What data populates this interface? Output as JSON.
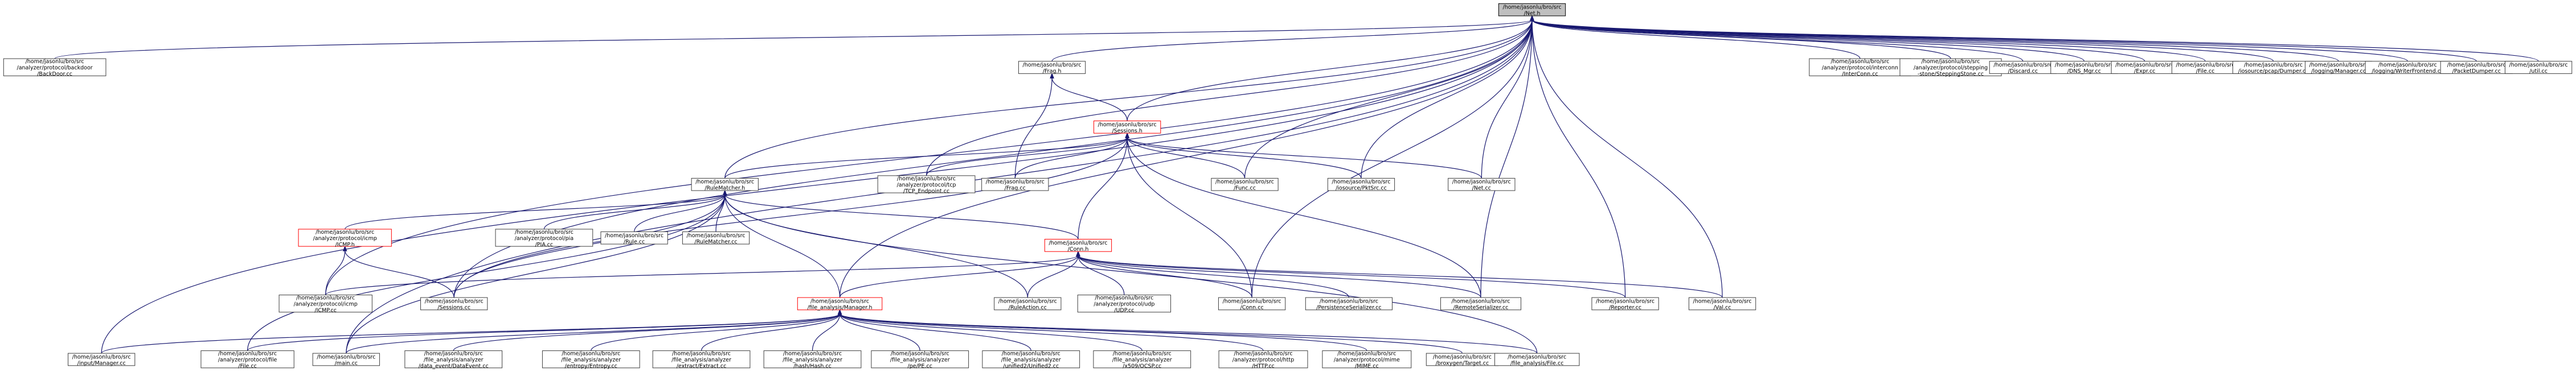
{
  "nodes": [
    {
      "id": "net_h",
      "lines": [
        "/home/jasonlu/bro/src",
        "/Net.h"
      ],
      "kind": "root"
    },
    {
      "id": "backdoor",
      "lines": [
        "/home/jasonlu/bro/src",
        "/analyzer/protocol/backdoor",
        "/BackDoor.cc"
      ]
    },
    {
      "id": "frag_h",
      "lines": [
        "/home/jasonlu/bro/src",
        "/Frag.h"
      ]
    },
    {
      "id": "interconn",
      "lines": [
        "/home/jasonlu/bro/src",
        "/analyzer/protocol/interconn",
        "/InterConn.cc"
      ]
    },
    {
      "id": "stepping",
      "lines": [
        "/home/jasonlu/bro/src",
        "/analyzer/protocol/stepping",
        "-stone/SteppingStone.cc"
      ]
    },
    {
      "id": "discard",
      "lines": [
        "/home/jasonlu/bro/src",
        "/Discard.cc"
      ]
    },
    {
      "id": "dns_mgr",
      "lines": [
        "/home/jasonlu/bro/src",
        "/DNS_Mgr.cc"
      ]
    },
    {
      "id": "expr",
      "lines": [
        "/home/jasonlu/bro/src",
        "/Expr.cc"
      ]
    },
    {
      "id": "file_cc",
      "lines": [
        "/home/jasonlu/bro/src",
        "/File.cc"
      ]
    },
    {
      "id": "pcapdumper",
      "lines": [
        "/home/jasonlu/bro/src",
        "/iosource/pcap/Dumper.cc"
      ]
    },
    {
      "id": "logmgr",
      "lines": [
        "/home/jasonlu/bro/src",
        "/logging/Manager.cc"
      ]
    },
    {
      "id": "wfrontend",
      "lines": [
        "/home/jasonlu/bro/src",
        "/logging/WriterFrontend.cc"
      ]
    },
    {
      "id": "pktdumper",
      "lines": [
        "/home/jasonlu/bro/src",
        "/PacketDumper.cc"
      ]
    },
    {
      "id": "util",
      "lines": [
        "/home/jasonlu/bro/src",
        "/util.cc"
      ]
    },
    {
      "id": "sessions_h",
      "lines": [
        "/home/jasonlu/bro/src",
        "/Sessions.h"
      ],
      "kind": "red"
    },
    {
      "id": "rulematcher_h",
      "lines": [
        "/home/jasonlu/bro/src",
        "/RuleMatcher.h"
      ]
    },
    {
      "id": "tcp_endpoint",
      "lines": [
        "/home/jasonlu/bro/src",
        "/analyzer/protocol/tcp",
        "/TCP_Endpoint.cc"
      ]
    },
    {
      "id": "frag_cc",
      "lines": [
        "/home/jasonlu/bro/src",
        "/Frag.cc"
      ]
    },
    {
      "id": "func_cc",
      "lines": [
        "/home/jasonlu/bro/src",
        "/Func.cc"
      ]
    },
    {
      "id": "pktsrc",
      "lines": [
        "/home/jasonlu/bro/src",
        "/iosource/PktSrc.cc"
      ]
    },
    {
      "id": "net_cc",
      "lines": [
        "/home/jasonlu/bro/src",
        "/Net.cc"
      ]
    },
    {
      "id": "icmp_h",
      "lines": [
        "/home/jasonlu/bro/src",
        "/analyzer/protocol/icmp",
        "/ICMP.h"
      ],
      "kind": "red"
    },
    {
      "id": "pia_cc",
      "lines": [
        "/home/jasonlu/bro/src",
        "/analyzer/protocol/pia",
        "/PIA.cc"
      ]
    },
    {
      "id": "rule_cc",
      "lines": [
        "/home/jasonlu/bro/src",
        "/Rule.cc"
      ]
    },
    {
      "id": "rulematcher_cc",
      "lines": [
        "/home/jasonlu/bro/src",
        "/RuleMatcher.cc"
      ]
    },
    {
      "id": "conn_h",
      "lines": [
        "/home/jasonlu/bro/src",
        "/Conn.h"
      ],
      "kind": "red"
    },
    {
      "id": "icmp_cc",
      "lines": [
        "/home/jasonlu/bro/src",
        "/analyzer/protocol/icmp",
        "/ICMP.cc"
      ]
    },
    {
      "id": "sessions_cc",
      "lines": [
        "/home/jasonlu/bro/src",
        "/Sessions.cc"
      ]
    },
    {
      "id": "fa_manager_h",
      "lines": [
        "/home/jasonlu/bro/src",
        "/file_analysis/Manager.h"
      ],
      "kind": "red"
    },
    {
      "id": "ruleaction",
      "lines": [
        "/home/jasonlu/bro/src",
        "/RuleAction.cc"
      ]
    },
    {
      "id": "udp_cc",
      "lines": [
        "/home/jasonlu/bro/src",
        "/analyzer/protocol/udp",
        "/UDP.cc"
      ]
    },
    {
      "id": "conn_cc",
      "lines": [
        "/home/jasonlu/bro/src",
        "/Conn.cc"
      ]
    },
    {
      "id": "persist",
      "lines": [
        "/home/jasonlu/bro/src",
        "/PersistenceSerializer.cc"
      ]
    },
    {
      "id": "remoteser",
      "lines": [
        "/home/jasonlu/bro/src",
        "/RemoteSerializer.cc"
      ]
    },
    {
      "id": "reporter",
      "lines": [
        "/home/jasonlu/bro/src",
        "/Reporter.cc"
      ]
    },
    {
      "id": "val_cc",
      "lines": [
        "/home/jasonlu/bro/src",
        "/Val.cc"
      ]
    },
    {
      "id": "inputmgr",
      "lines": [
        "/home/jasonlu/bro/src",
        "/input/Manager.cc"
      ]
    },
    {
      "id": "proto_file",
      "lines": [
        "/home/jasonlu/bro/src",
        "/analyzer/protocol/file",
        "/File.cc"
      ]
    },
    {
      "id": "main_cc",
      "lines": [
        "/home/jasonlu/bro/src",
        "/main.cc"
      ]
    },
    {
      "id": "dataevent",
      "lines": [
        "/home/jasonlu/bro/src",
        "/file_analysis/analyzer",
        "/data_event/DataEvent.cc"
      ]
    },
    {
      "id": "entropy",
      "lines": [
        "/home/jasonlu/bro/src",
        "/file_analysis/analyzer",
        "/entropy/Entropy.cc"
      ]
    },
    {
      "id": "extract",
      "lines": [
        "/home/jasonlu/bro/src",
        "/file_analysis/analyzer",
        "/extract/Extract.cc"
      ]
    },
    {
      "id": "hash",
      "lines": [
        "/home/jasonlu/bro/src",
        "/file_analysis/analyzer",
        "/hash/Hash.cc"
      ]
    },
    {
      "id": "pe",
      "lines": [
        "/home/jasonlu/bro/src",
        "/file_analysis/analyzer",
        "/pe/PE.cc"
      ]
    },
    {
      "id": "unified2",
      "lines": [
        "/home/jasonlu/bro/src",
        "/file_analysis/analyzer",
        "/unified2/Unified2.cc"
      ]
    },
    {
      "id": "ocsp",
      "lines": [
        "/home/jasonlu/bro/src",
        "/file_analysis/analyzer",
        "/x509/OCSP.cc"
      ]
    },
    {
      "id": "http",
      "lines": [
        "/home/jasonlu/bro/src",
        "/analyzer/protocol/http",
        "/HTTP.cc"
      ]
    },
    {
      "id": "mime",
      "lines": [
        "/home/jasonlu/bro/src",
        "/analyzer/protocol/mime",
        "/MIME.cc"
      ]
    },
    {
      "id": "broxygen",
      "lines": [
        "/home/jasonlu/bro/src",
        "/broxygen/Target.cc"
      ]
    },
    {
      "id": "fa_file",
      "lines": [
        "/home/jasonlu/bro/src",
        "/file_analysis/File.cc"
      ]
    }
  ],
  "edges": [
    [
      "net_h",
      "backdoor"
    ],
    [
      "net_h",
      "frag_h"
    ],
    [
      "net_h",
      "interconn"
    ],
    [
      "net_h",
      "stepping"
    ],
    [
      "net_h",
      "discard"
    ],
    [
      "net_h",
      "dns_mgr"
    ],
    [
      "net_h",
      "expr"
    ],
    [
      "net_h",
      "file_cc"
    ],
    [
      "net_h",
      "pcapdumper"
    ],
    [
      "net_h",
      "logmgr"
    ],
    [
      "net_h",
      "wfrontend"
    ],
    [
      "net_h",
      "pktdumper"
    ],
    [
      "net_h",
      "util"
    ],
    [
      "net_h",
      "sessions_h"
    ],
    [
      "net_h",
      "rulematcher_h"
    ],
    [
      "net_h",
      "tcp_endpoint"
    ],
    [
      "net_h",
      "func_cc"
    ],
    [
      "net_h",
      "pktsrc"
    ],
    [
      "net_h",
      "net_cc"
    ],
    [
      "net_h",
      "icmp_cc"
    ],
    [
      "net_h",
      "sessions_cc"
    ],
    [
      "net_h",
      "fa_manager_h"
    ],
    [
      "net_h",
      "conn_cc"
    ],
    [
      "net_h",
      "remoteser"
    ],
    [
      "net_h",
      "reporter"
    ],
    [
      "net_h",
      "val_cc"
    ],
    [
      "net_h",
      "inputmgr"
    ],
    [
      "net_h",
      "main_cc"
    ],
    [
      "frag_h",
      "sessions_h"
    ],
    [
      "frag_h",
      "frag_cc"
    ],
    [
      "sessions_h",
      "rulematcher_h"
    ],
    [
      "sessions_h",
      "tcp_endpoint"
    ],
    [
      "sessions_h",
      "frag_cc"
    ],
    [
      "sessions_h",
      "func_cc"
    ],
    [
      "sessions_h",
      "pktsrc"
    ],
    [
      "sessions_h",
      "net_cc"
    ],
    [
      "sessions_h",
      "conn_h"
    ],
    [
      "sessions_h",
      "sessions_cc"
    ],
    [
      "sessions_h",
      "conn_cc"
    ],
    [
      "sessions_h",
      "remoteser"
    ],
    [
      "rulematcher_h",
      "icmp_h"
    ],
    [
      "rulematcher_h",
      "pia_cc"
    ],
    [
      "rulematcher_h",
      "rule_cc"
    ],
    [
      "rulematcher_h",
      "rulematcher_cc"
    ],
    [
      "rulematcher_h",
      "conn_h"
    ],
    [
      "rulematcher_h",
      "fa_manager_h"
    ],
    [
      "rulematcher_h",
      "ruleaction"
    ],
    [
      "rulematcher_h",
      "sessions_cc"
    ],
    [
      "rulematcher_h",
      "proto_file"
    ],
    [
      "rulematcher_h",
      "main_cc"
    ],
    [
      "rulematcher_h",
      "fa_file"
    ],
    [
      "icmp_h",
      "icmp_cc"
    ],
    [
      "icmp_h",
      "sessions_cc"
    ],
    [
      "conn_h",
      "icmp_cc"
    ],
    [
      "conn_h",
      "fa_manager_h"
    ],
    [
      "conn_h",
      "ruleaction"
    ],
    [
      "conn_h",
      "udp_cc"
    ],
    [
      "conn_h",
      "conn_cc"
    ],
    [
      "conn_h",
      "persist"
    ],
    [
      "conn_h",
      "remoteser"
    ],
    [
      "conn_h",
      "reporter"
    ],
    [
      "conn_h",
      "val_cc"
    ],
    [
      "fa_manager_h",
      "inputmgr"
    ],
    [
      "fa_manager_h",
      "proto_file"
    ],
    [
      "fa_manager_h",
      "main_cc"
    ],
    [
      "fa_manager_h",
      "dataevent"
    ],
    [
      "fa_manager_h",
      "entropy"
    ],
    [
      "fa_manager_h",
      "extract"
    ],
    [
      "fa_manager_h",
      "hash"
    ],
    [
      "fa_manager_h",
      "pe"
    ],
    [
      "fa_manager_h",
      "unified2"
    ],
    [
      "fa_manager_h",
      "ocsp"
    ],
    [
      "fa_manager_h",
      "http"
    ],
    [
      "fa_manager_h",
      "mime"
    ],
    [
      "fa_manager_h",
      "broxygen"
    ],
    [
      "fa_manager_h",
      "fa_file"
    ]
  ]
}
